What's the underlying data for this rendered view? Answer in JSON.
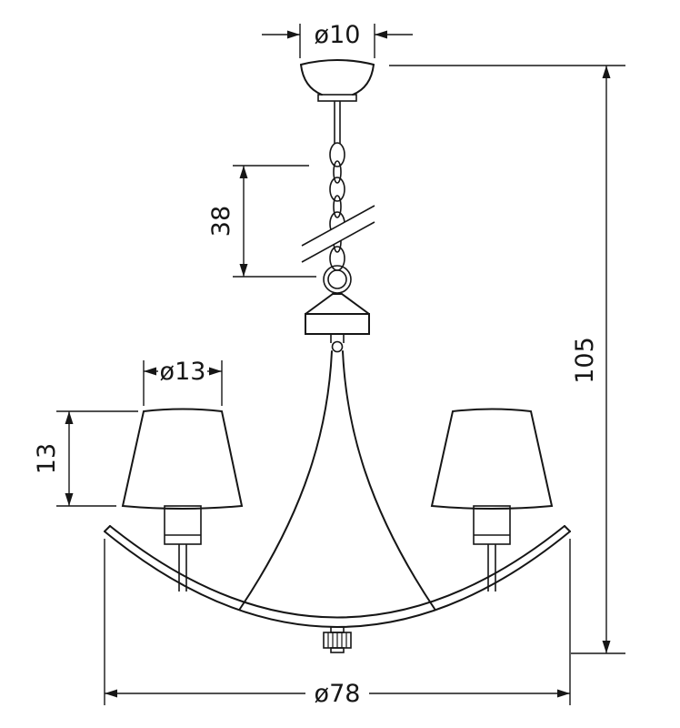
{
  "colors": {
    "ink": "#161616",
    "background": "#ffffff"
  },
  "dimensions": {
    "canopy_diameter": "ø10",
    "chain_length": "38",
    "shade_diameter": "ø13",
    "shade_height": "13",
    "total_height": "105",
    "overall_width": "ø78"
  }
}
